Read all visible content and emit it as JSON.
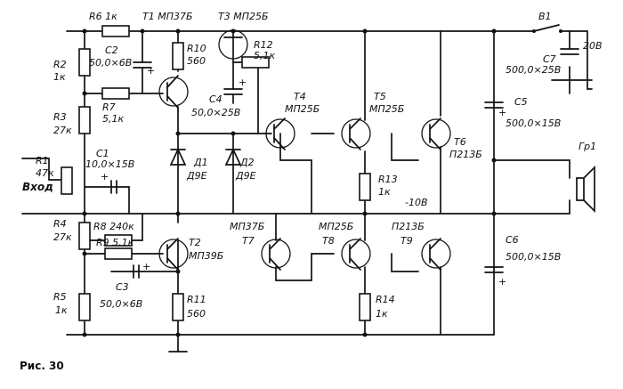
{
  "caption": "Рис. 30",
  "components": {
    "R1": {
      "ref": "R1",
      "value": "47к"
    },
    "R2": {
      "ref": "R2",
      "value": "1к"
    },
    "R3": {
      "ref": "R3",
      "value": "27к"
    },
    "R4": {
      "ref": "R4",
      "value": "27к"
    },
    "R5": {
      "ref": "R5",
      "value": "1к"
    },
    "R6": {
      "ref": "R6",
      "value": "1к"
    },
    "R7": {
      "ref": "R7",
      "value": "5,1к"
    },
    "R8": {
      "ref": "R8",
      "value": "240к"
    },
    "R9": {
      "ref": "R9",
      "value": "5,1к"
    },
    "R10": {
      "ref": "R10",
      "value": "560"
    },
    "R11": {
      "ref": "R11",
      "value": "560"
    },
    "R12": {
      "ref": "R12",
      "value": "5,1к"
    },
    "R13": {
      "ref": "R13",
      "value": "1к"
    },
    "R14": {
      "ref": "R14",
      "value": "1к"
    },
    "C1": {
      "ref": "C1",
      "value": "10,0×15В"
    },
    "C2": {
      "ref": "C2",
      "value": "50,0×6В"
    },
    "C3": {
      "ref": "C3",
      "value": "50,0×6В"
    },
    "C4": {
      "ref": "C4",
      "value": "50,0×25В"
    },
    "C5": {
      "ref": "C5",
      "value": "500,0×15В"
    },
    "C6": {
      "ref": "C6",
      "value": "500,0×15В"
    },
    "C7": {
      "ref": "C7",
      "value": "500,0×25В"
    },
    "T1": {
      "ref": "Т1",
      "type": "МП37Б"
    },
    "T2": {
      "ref": "Т2",
      "type": "МП39Б"
    },
    "T3": {
      "ref": "Т3",
      "type": "МП25Б"
    },
    "T4": {
      "ref": "Т4",
      "type": "МП25Б"
    },
    "T5": {
      "ref": "Т5",
      "type": "МП25Б"
    },
    "T6": {
      "ref": "Т6",
      "type": "П213Б"
    },
    "T7": {
      "ref": "Т7",
      "type": "МП37Б"
    },
    "T8": {
      "ref": "Т8",
      "type": "МП25Б"
    },
    "T9": {
      "ref": "Т9",
      "type": "П213Б"
    },
    "D1": {
      "ref": "Д1",
      "type": "Д9Е"
    },
    "D2": {
      "ref": "Д2",
      "type": "Д9Е"
    },
    "B1": {
      "ref": "В1"
    },
    "Gr1": {
      "ref": "Гр1"
    }
  },
  "labels": {
    "input": "Вход",
    "voltage_top": "20В",
    "voltage_mid": "-10В",
    "plus": "+"
  }
}
